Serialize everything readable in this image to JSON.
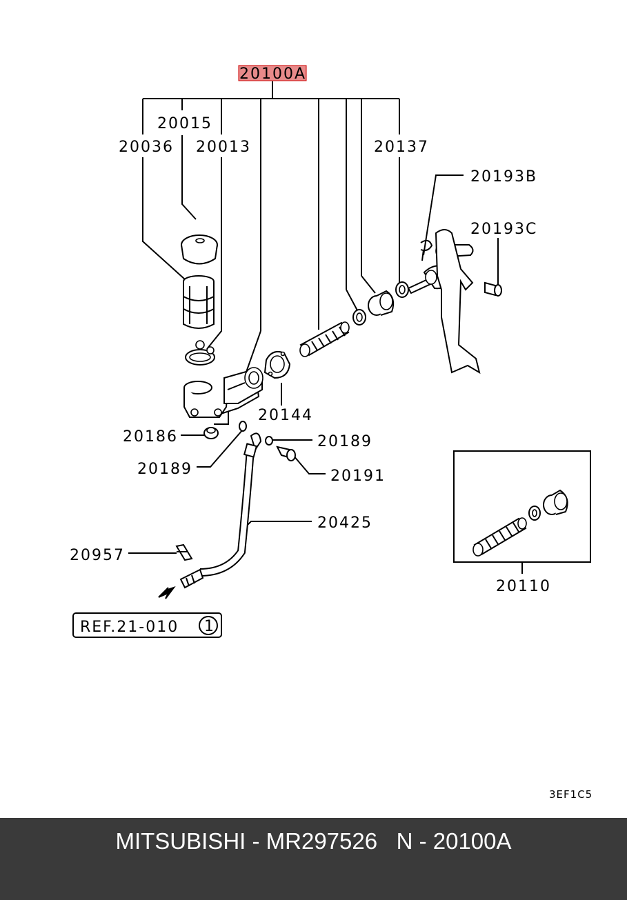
{
  "diagram": {
    "assembly_label": "20100A",
    "highlight_color": "#e88a8a",
    "labels": {
      "p20015": "20015",
      "p20036": "20036",
      "p20013": "20013",
      "p20137": "20137",
      "p20193b": "20193B",
      "p20193c": "20193C",
      "p20144": "20144",
      "p20186": "20186",
      "p20189a": "20189",
      "p20189b": "20189",
      "p20191": "20191",
      "p20425": "20425",
      "p20957": "20957",
      "p20110": "20110"
    },
    "ref_box": {
      "text": "REF.21-010",
      "circle_number": "1"
    },
    "diagram_code": "3EF1C5"
  },
  "footer": {
    "text": "MITSUBISHI - MR297526   N - 20100A"
  }
}
